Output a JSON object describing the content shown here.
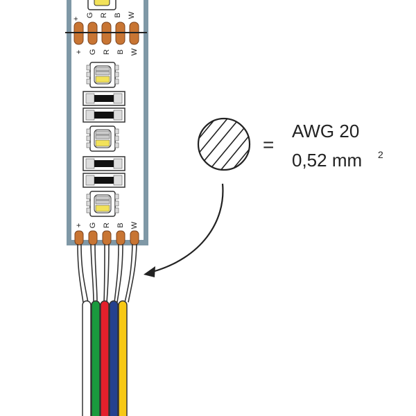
{
  "pins": [
    "+",
    "G",
    "R",
    "B",
    "W"
  ],
  "spec": {
    "equals": "=",
    "awg": "AWG 20",
    "area": "0,52 mm",
    "area_sup": "2"
  },
  "colors": {
    "strip_border": "#7f98a6",
    "pad": "#c87533",
    "wire_white": "#ffffff",
    "wire_green": "#1a9a3e",
    "wire_red": "#e3202b",
    "wire_blue": "#25418f",
    "wire_yellow": "#f7c815"
  }
}
